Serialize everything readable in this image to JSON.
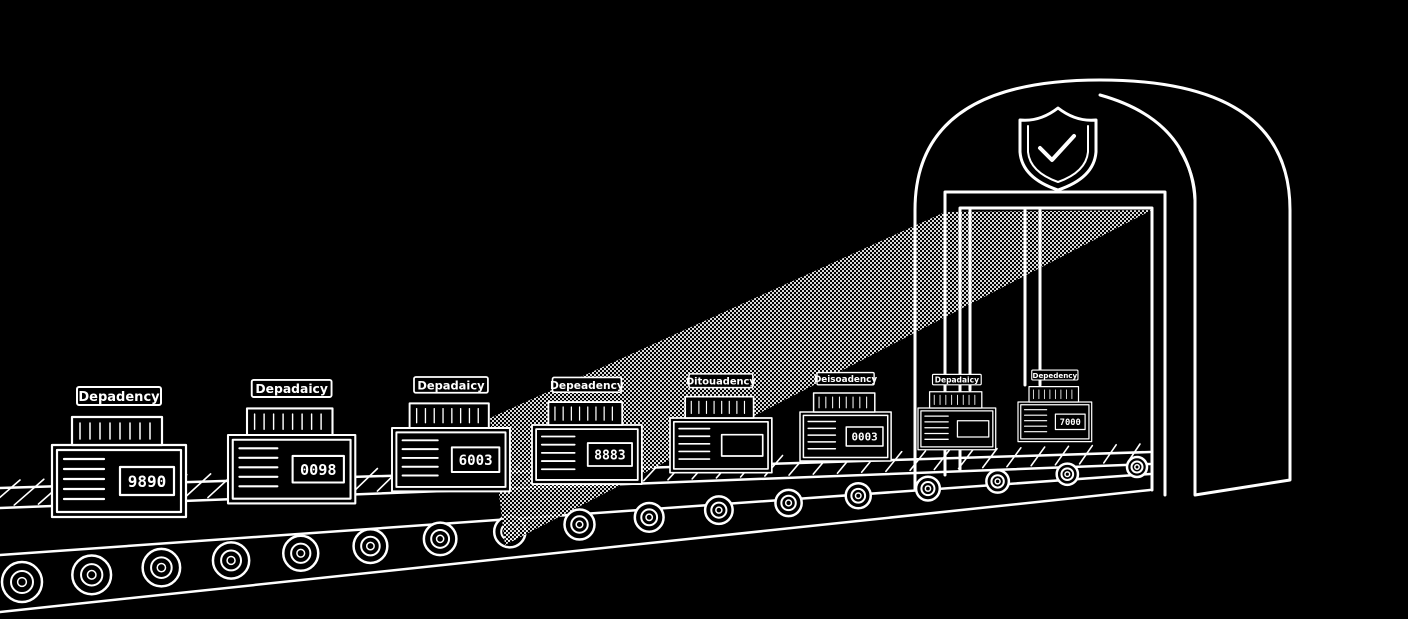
{
  "scene": {
    "background_color": "#000000",
    "line_color": "#ffffff",
    "gate_icon": "shield-check-icon"
  },
  "packages": [
    {
      "label": "Depadency",
      "panel": "9890"
    },
    {
      "label": "Depadaicy",
      "panel": "0098"
    },
    {
      "label": "Depadaicy",
      "panel": "6003"
    },
    {
      "label": "Depeadency",
      "panel": "8883"
    },
    {
      "label": "Ditouadency",
      "panel": ""
    },
    {
      "label": "Deisoadency",
      "panel": "0003"
    },
    {
      "label": "Depadaicy",
      "panel": ""
    },
    {
      "label": "Depedency",
      "panel": "7000"
    }
  ]
}
